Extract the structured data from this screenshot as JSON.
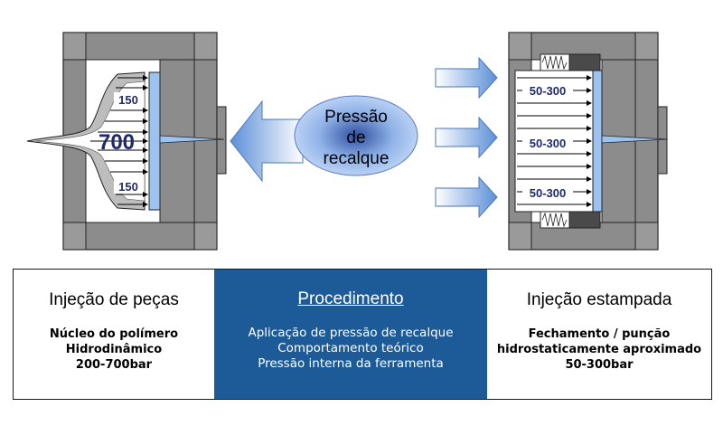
{
  "center_bubble": {
    "line1": "Pressão",
    "line2": "de",
    "line3": "recalque"
  },
  "left_mold": {
    "label_top": "150",
    "label_center": "700",
    "label_bottom": "150"
  },
  "right_mold": {
    "labels": [
      "50-300",
      "50-300",
      "50-300"
    ]
  },
  "table": {
    "left": {
      "title": "Injeção de peças",
      "lines": [
        "Núcleo do polímero",
        "Hidrodinâmico",
        "200-700bar"
      ]
    },
    "middle": {
      "title": "Procedimento",
      "lines": [
        "Aplicação de pressão de recalque",
        "Comportamento teórico",
        "Pressão interna da ferramenta"
      ]
    },
    "right": {
      "title": "Injeção estampada",
      "lines": [
        "Fechamento / punção",
        "hidrostaticamente aproximado",
        "50-300bar"
      ]
    }
  },
  "colors": {
    "mold_gray": "#8c8c8c",
    "arrow_blue": "#5b8fd8",
    "procedure_blue": "#1d5a98",
    "label_navy": "#1f2a6b"
  }
}
